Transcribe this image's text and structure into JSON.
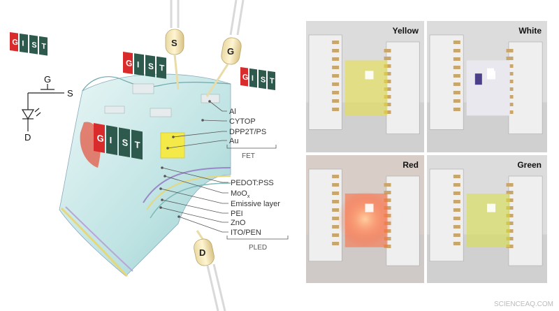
{
  "schematic": {
    "gate": "G",
    "source": "S",
    "drain": "D"
  },
  "logo_letters": [
    "G",
    "I",
    "S",
    "T"
  ],
  "connectors": {
    "source": "S",
    "gate": "G",
    "drain": "D"
  },
  "layers": {
    "fet": [
      "Al",
      "CYTOP",
      "DPP2T/PS",
      "Au"
    ],
    "fet_group": "FET",
    "pled": [
      "PEDOT:PSS",
      "MoOx",
      "Emissive layer",
      "PEI",
      "ZnO",
      "ITO/PEN"
    ],
    "pled_group": "PLED"
  },
  "photos": [
    {
      "caption": "Yellow",
      "glow": "#e8e040"
    },
    {
      "caption": "White",
      "glow": "#f4f4f4"
    },
    {
      "caption": "Red",
      "glow": "#ff6a3a"
    },
    {
      "caption": "Green",
      "glow": "#d8e040"
    }
  ],
  "watermark": "SCIENCEAQ.COM"
}
